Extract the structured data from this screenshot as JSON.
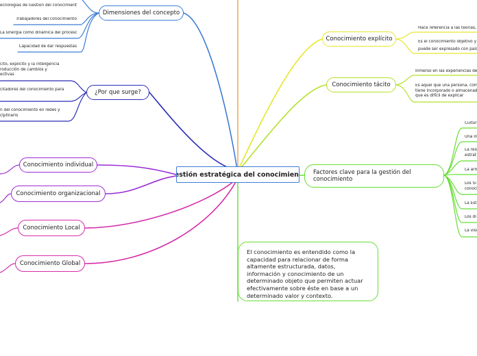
{
  "central": "Gestión estratégica del conocimiento",
  "colors": {
    "blue": "#3a7bd5",
    "navy": "#2a2ab8",
    "purple": "#9b2ad6",
    "magenta": "#d62aa8",
    "yellow": "#e6e62a",
    "lime": "#b4e02a",
    "green": "#66dd33",
    "orange": "#f0a040"
  },
  "left": {
    "dimensiones": {
      "label": "Dimensiones del concepto",
      "items": [
        "ecnologías de Gestión del conocimiento",
        "Trabajadores del conocimiento",
        "La sinergia como dinámica del proceso",
        "Capacidad de dar respuestas"
      ]
    },
    "surge": {
      "label": "¿Por que surge?",
      "items": [
        [
          "cito, explicito y la inteligencia",
          "roducción de cambios y",
          "ectivas"
        ],
        [
          "citadores del conocimiento para"
        ],
        [
          "n del conocimiento en redes y",
          "ciplinario"
        ]
      ]
    },
    "individual": "Conocimiento individual",
    "organizacional": "Conocimiento organizacional",
    "local": "Conocimiento Local",
    "global": "Conocimiento Global"
  },
  "right": {
    "explicito": {
      "label": "Conocimiento explícito",
      "items": [
        [
          "Hace referencia a las teorías, in"
        ],
        [
          "Es el conocimiento objetivo y ra",
          "puede ser expresado con palal"
        ]
      ]
    },
    "tacito": {
      "label": "Conocimiento tácito",
      "items": [
        [
          "Inmerso en las experiencias de"
        ],
        [
          "Es aquel que una persona, comu",
          "tiene incorporado o almacenado",
          "que es difícil de explicar"
        ]
      ]
    },
    "factores": {
      "label": "Factores clave para la gestión del conocimiento",
      "items": [
        [
          "Cultur"
        ],
        [
          "Una in"
        ],
        [
          "La rela",
          "estrat"
        ],
        [
          "La arm"
        ],
        [
          "Los Si",
          "conoci"
        ],
        [
          "La Estr"
        ],
        [
          "Los di"
        ],
        [
          "La visu"
        ]
      ]
    },
    "definicion": "El conocimiento es entendido como la capacidad para relacionar de forma altamente estructurada, datos, información y conocimiento de un determinado objeto que permiten actuar efectivamente sobre éste en base a un determinado valor y contexto."
  }
}
